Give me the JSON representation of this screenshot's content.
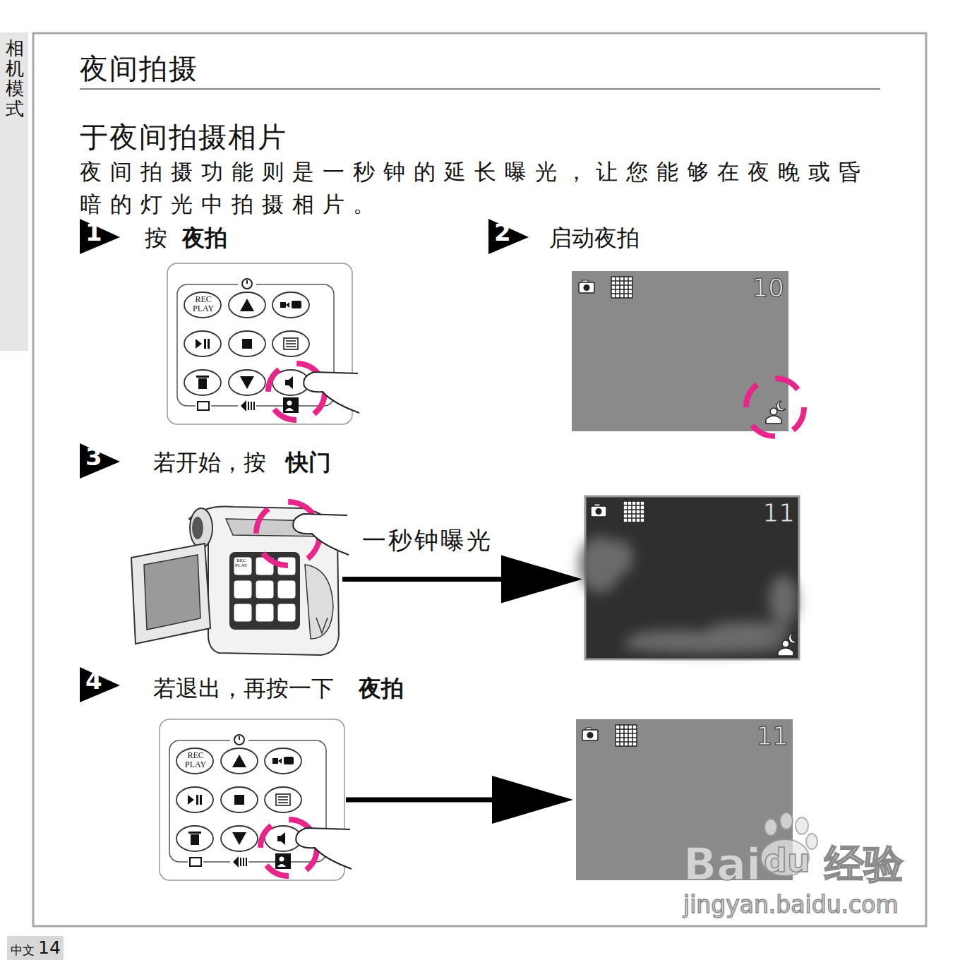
{
  "diagram": {
    "title": "夜间拍摄",
    "nodes": [
      {
        "text": [
          "REC PLAY"
        ]
      },
      {
        "text": [
          "10"
        ]
      },
      {
        "text": [
          "REC PLAY"
        ]
      },
      {
        "text": [
          "11"
        ]
      },
      {
        "text": [
          "REC PLAY"
        ]
      },
      {
        "text": [
          "11"
        ]
      }
    ],
    "edges": [
      {
        "from": 2,
        "to": 3,
        "arrow": "to",
        "label": "一秒钟曝光"
      },
      {
        "from": 4,
        "to": 5,
        "arrow": "to"
      }
    ],
    "labels": [
      "相机模式",
      "于夜间拍摄相片",
      "夜间拍摄功能则是一秒钟的延长曝光，让您能够在夜晚或昏暗的灯光中拍摄相片。",
      "1",
      "按",
      "夜拍",
      "2",
      "启动夜拍",
      "3",
      "若开始，按",
      "快门",
      "4",
      "若退出，再按一下",
      "夜拍",
      "Bai",
      "du",
      "经验",
      "jingyan.baidu.com",
      "中文",
      "14"
    ]
  }
}
